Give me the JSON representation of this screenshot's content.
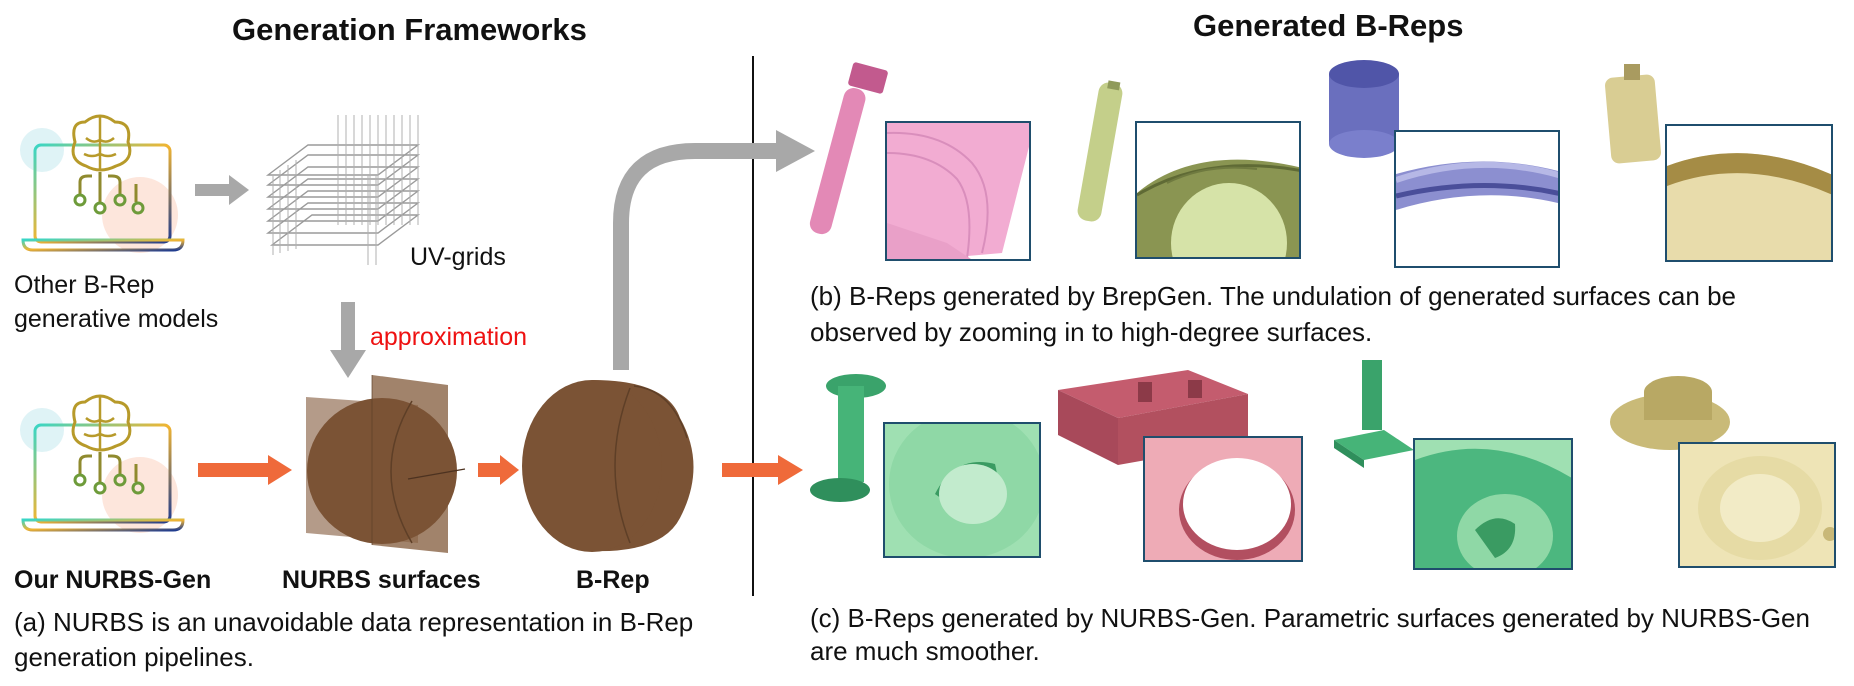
{
  "left": {
    "title": "Generation Frameworks",
    "other_models_label": [
      "Other B-Rep",
      "generative models"
    ],
    "uv_grids_label": "UV-grids",
    "approximation_label": "approximation",
    "our_model_label": "Our NURBS-Gen",
    "nurbs_surfaces_label": "NURBS surfaces",
    "brep_label": "B-Rep",
    "caption": [
      "(a) NURBS is an unavoidable data representation in B-Rep",
      "generation pipelines."
    ]
  },
  "right": {
    "title": "Generated B-Reps",
    "caption_b": [
      "(b) B-Reps generated by BrepGen. The undulation of generated surfaces can be",
      "observed by zooming in to high-degree surfaces."
    ],
    "caption_c": [
      "(c) B-Reps generated by NURBS-Gen. Parametric surfaces generated by NURBS-Gen",
      "are much smoother."
    ]
  },
  "icons": [
    "ai-brain-laptop-icon",
    "uv-grid-icon",
    "nurbs-patch-icon",
    "brep-cylinder-icon"
  ],
  "colors": {
    "arrow_orange": "#ef6a3a",
    "arrow_gray": "#a8a8a8",
    "brep_brown": "#7b5335",
    "approximation_red": "#ee1111",
    "inset_border": "#1f4e6d"
  }
}
